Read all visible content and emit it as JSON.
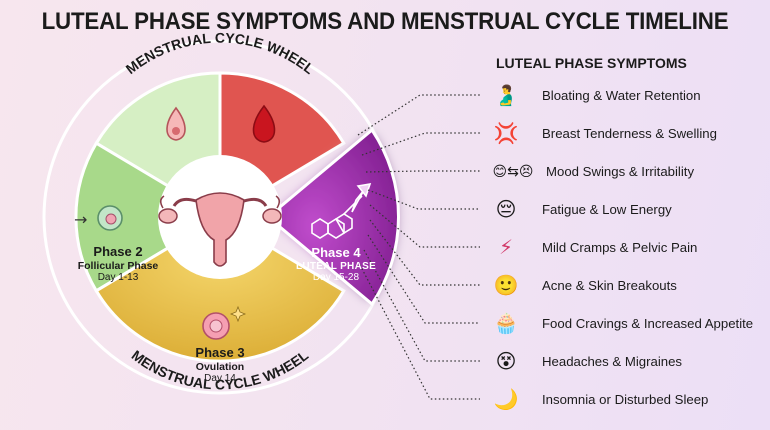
{
  "title": "LUTEAL PHASE SYMPTOMS AND MENSTRUAL CYCLE TIMELINE",
  "wheel": {
    "top_label": "MENSTRUAL CYCLE WHEEL",
    "bottom_label": "MENSTRUAL CYCLE WHEEL",
    "phases": [
      {
        "name": "Phase 2",
        "subtitle": "Follicular Phase",
        "days": "Day 1-13",
        "color": "#a9d98c"
      },
      {
        "name": "Phase 3",
        "subtitle": "Ovulation",
        "days": "Day 14",
        "color": "#eac44e"
      },
      {
        "name": "Phase 4",
        "subtitle": "LUTEAL PHASE",
        "days": "Day 15-28",
        "color": "#9b2aa8"
      }
    ],
    "top_segment_colors": [
      "#d5efc2",
      "#e0524e"
    ]
  },
  "symptoms": {
    "header": "LUTEAL PHASE SYMPTOMS",
    "items": [
      {
        "label": "Bloating & Water Retention",
        "icon": "bloated-belly-icon",
        "glyph": "🫃"
      },
      {
        "label": "Breast Tenderness & Swelling",
        "icon": "breast-pain-icon",
        "glyph": "💢"
      },
      {
        "label": "Mood Swings & Irritability",
        "icon": "mood-swing-icon",
        "glyph": "😊⇆😣"
      },
      {
        "label": "Fatigue & Low Energy",
        "icon": "tired-face-icon",
        "glyph": "😔"
      },
      {
        "label": "Mild Cramps & Pelvic Pain",
        "icon": "cramps-icon",
        "glyph": "⚡"
      },
      {
        "label": "Acne & Skin Breakouts",
        "icon": "acne-face-icon",
        "glyph": "🙂"
      },
      {
        "label": "Food Cravings & Increased Appetite",
        "icon": "cupcake-icon",
        "glyph": "🧁"
      },
      {
        "label": "Headaches & Migraines",
        "icon": "headache-icon",
        "glyph": "😵"
      },
      {
        "label": "Insomnia or Disturbed Sleep",
        "icon": "moon-sleep-icon",
        "glyph": "🌙"
      }
    ]
  }
}
